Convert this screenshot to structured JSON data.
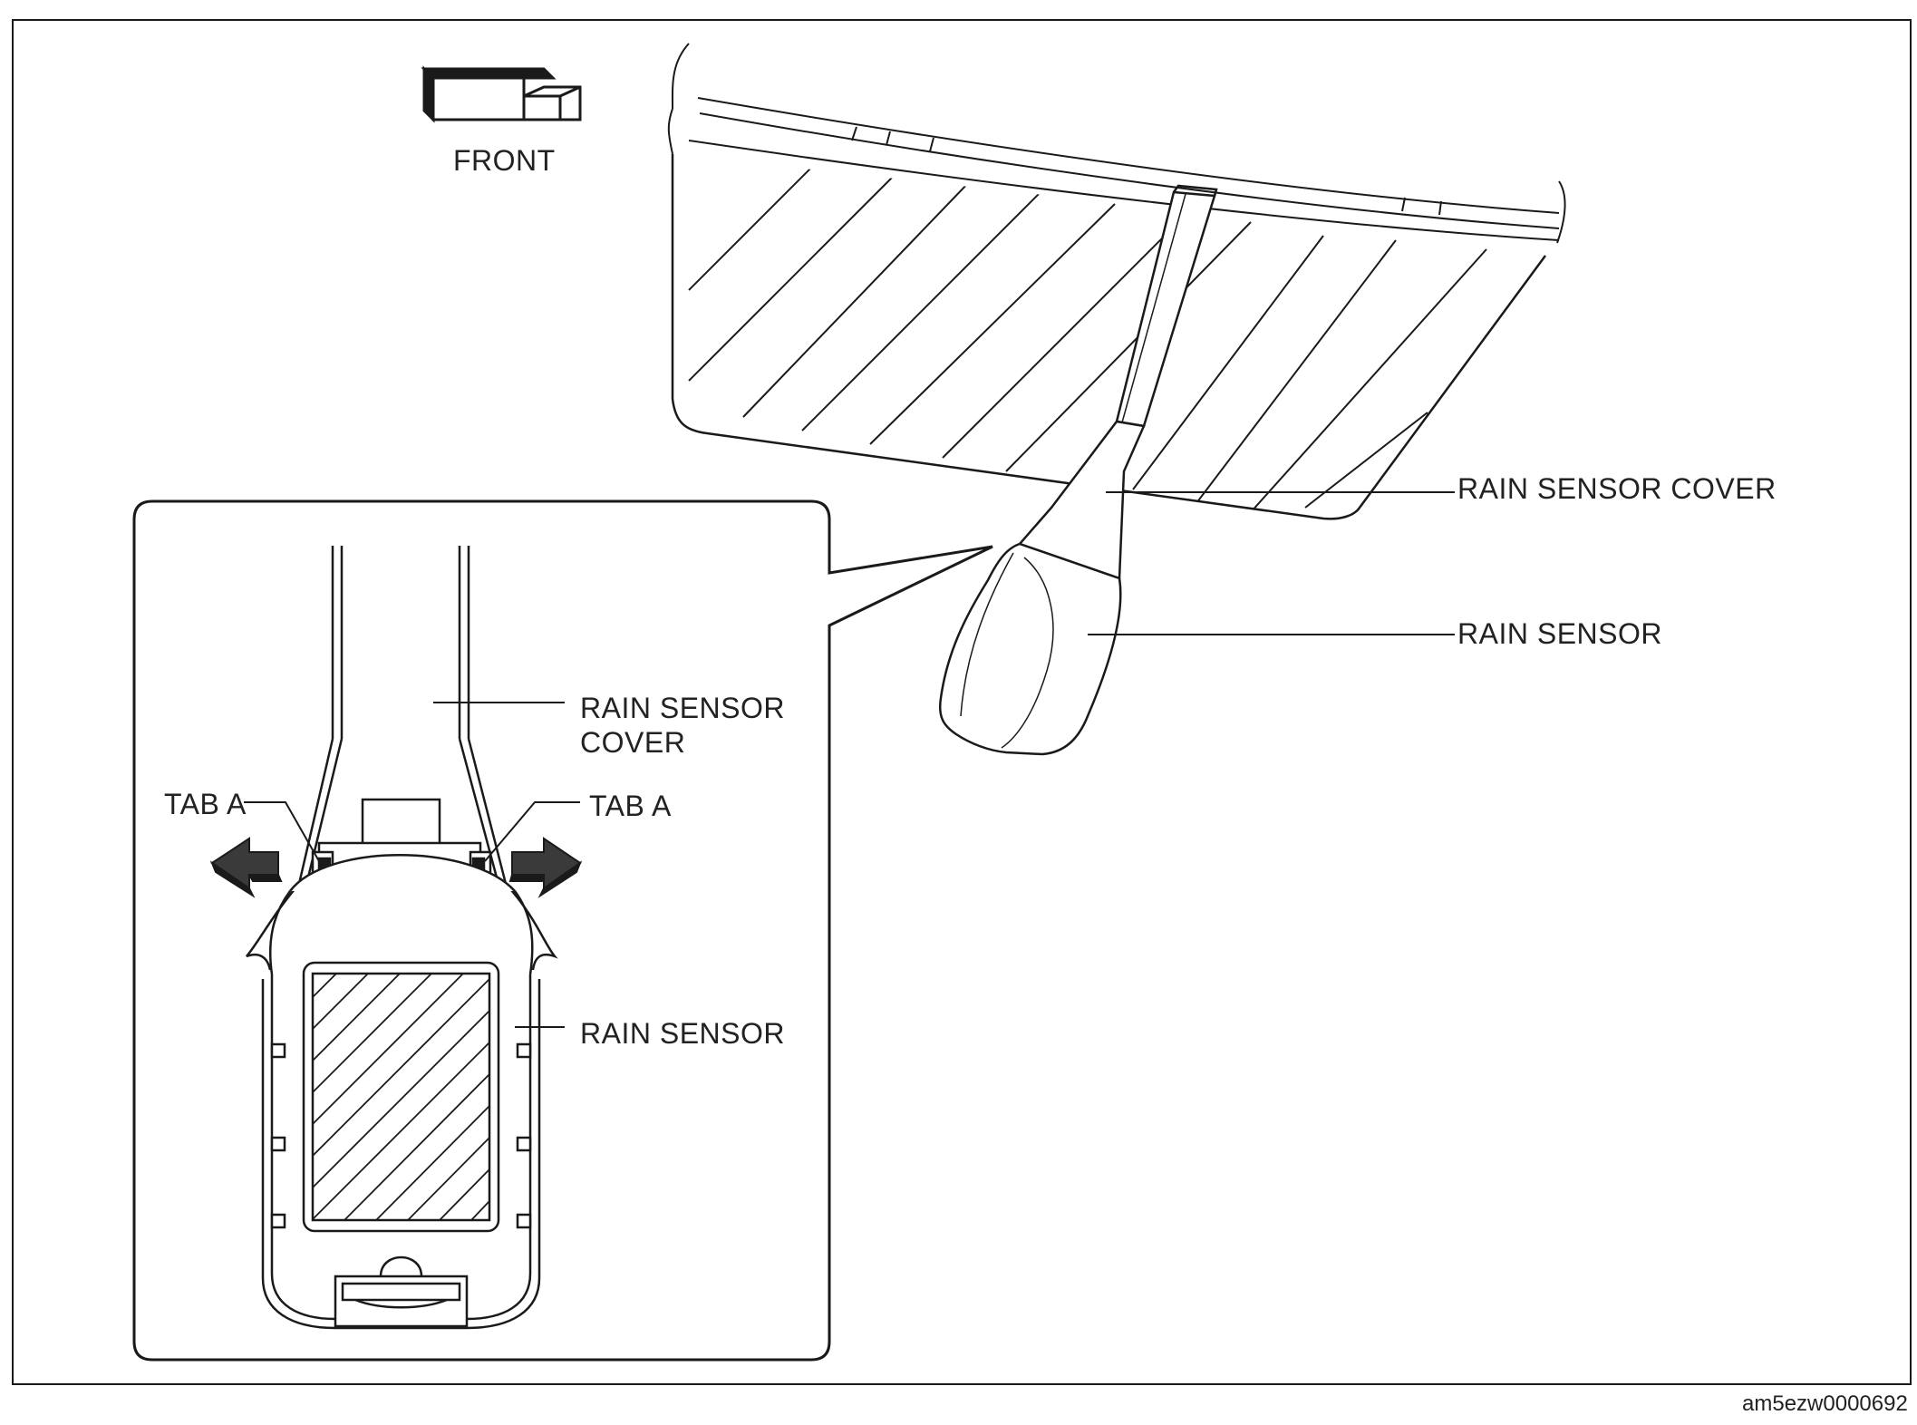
{
  "labels": {
    "front": "FRONT",
    "rain_sensor_cover_main": "RAIN SENSOR COVER",
    "rain_sensor_main": "RAIN SENSOR",
    "rain_sensor_cover_inset_line1": "RAIN SENSOR",
    "rain_sensor_cover_inset_line2": "COVER",
    "tab_a_left": "TAB A",
    "tab_a_right": "TAB A",
    "rain_sensor_inset": "RAIN SENSOR"
  },
  "figure_id": "am5ezw0000692",
  "colors": {
    "line": "#1a1a1a",
    "arrow_fill": "#3a3a3a"
  }
}
